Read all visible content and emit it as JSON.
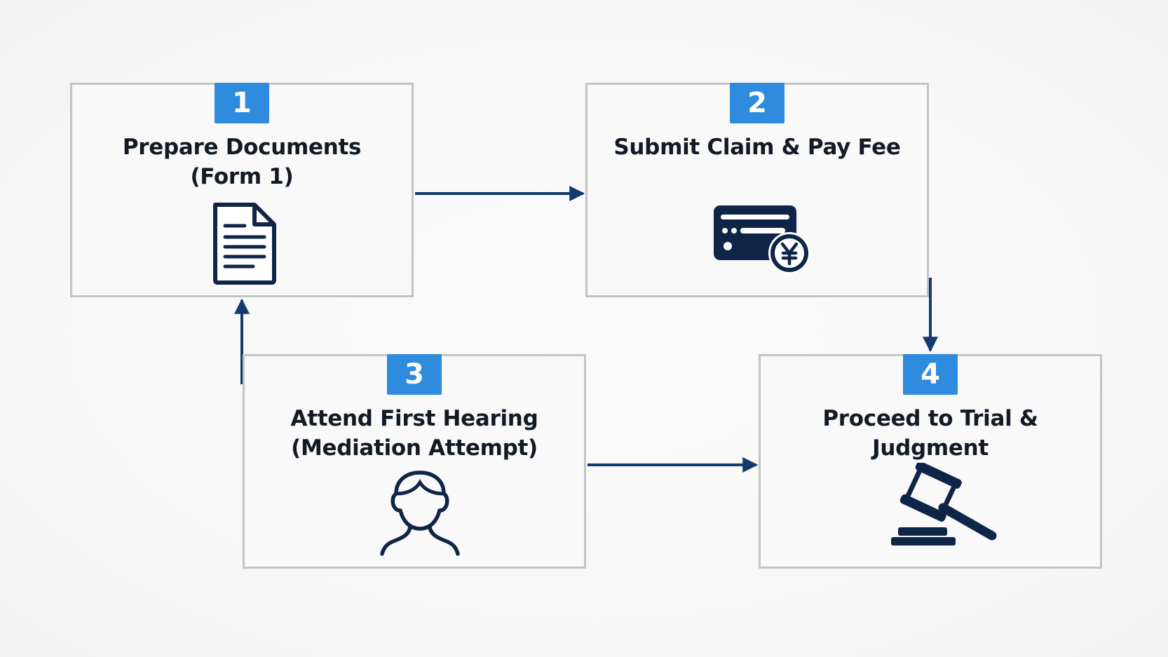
{
  "steps": [
    {
      "number": "1",
      "title": "Prepare Documents\n(Form 1)",
      "icon": "document-icon"
    },
    {
      "number": "2",
      "title": "Submit Claim & Pay Fee",
      "icon": "credit-card-yen-icon"
    },
    {
      "number": "3",
      "title": "Attend First Hearing\n(Mediation Attempt)",
      "icon": "person-icon"
    },
    {
      "number": "4",
      "title": "Proceed to Trial &\nJudgment",
      "icon": "gavel-icon"
    }
  ],
  "colors": {
    "badge": "#2f8bdd",
    "arrow": "#123a6e",
    "icon": "#0f2548",
    "box_border": "#c4c4c4",
    "text": "#121a26"
  }
}
